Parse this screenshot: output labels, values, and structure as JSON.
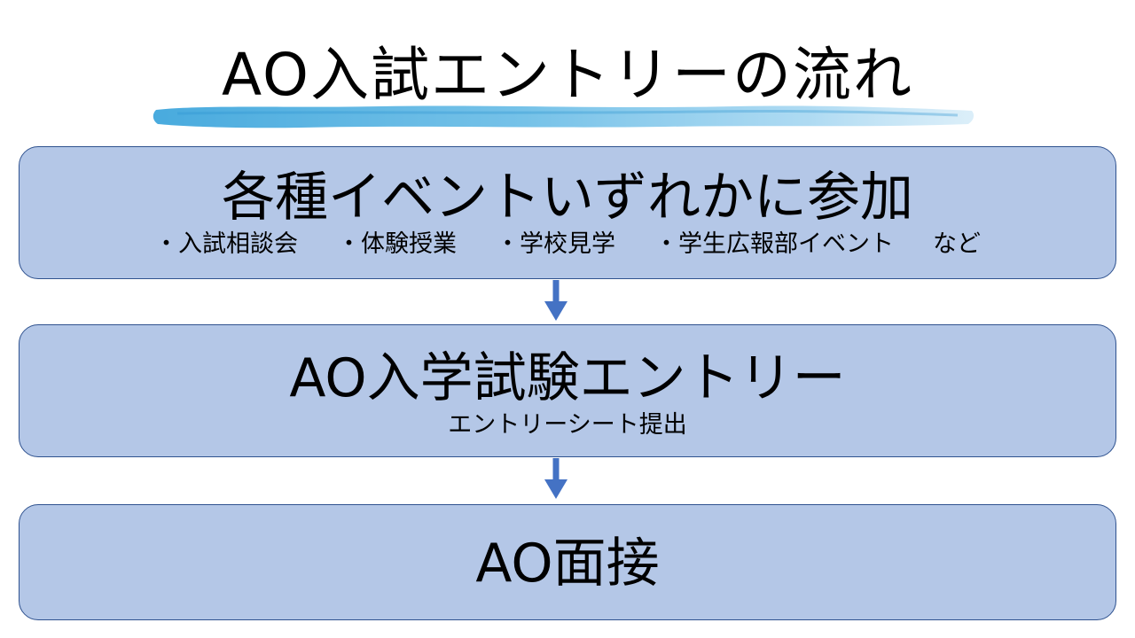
{
  "title": "AO入試エントリーの流れ",
  "steps": [
    {
      "heading": "各種イベントいずれかに参加",
      "items": [
        "・入試相談会",
        "・体験授業",
        "・学校見学",
        "・学生広報部イベント",
        "など"
      ]
    },
    {
      "heading": "AO入学試験エントリー",
      "subtext": "エントリーシート提出"
    },
    {
      "heading": "AO面接"
    }
  ],
  "colors": {
    "box_fill": "#b4c7e7",
    "box_border": "#2f528f",
    "arrow": "#4472c4",
    "brush": "#5fb4e0"
  }
}
